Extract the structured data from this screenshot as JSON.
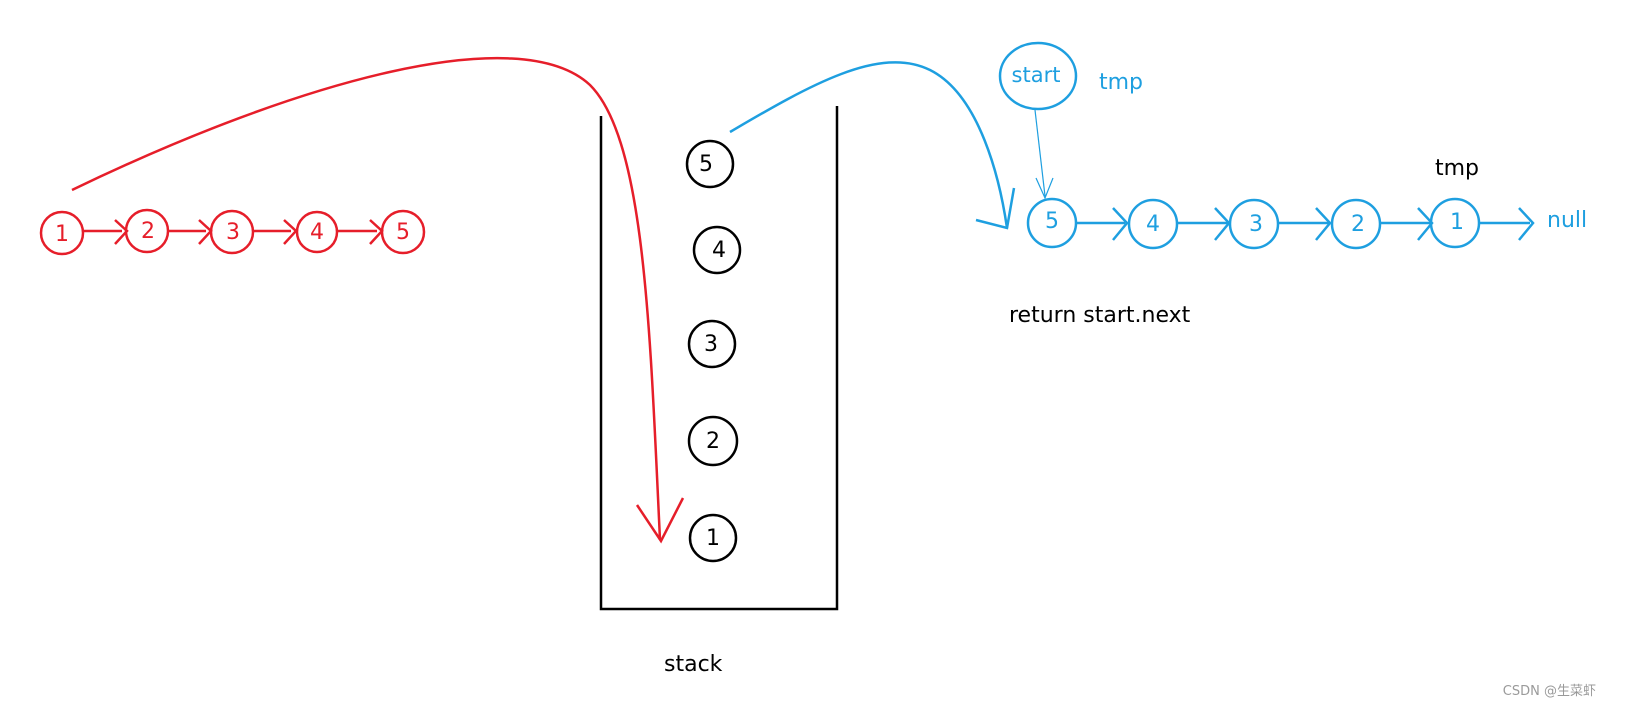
{
  "colors": {
    "red": "#e61e2a",
    "blue": "#1e9fe0",
    "black": "#000000",
    "watermark": "#9a9a9a"
  },
  "red_list": {
    "nodes": [
      "1",
      "2",
      "3",
      "4",
      "5"
    ]
  },
  "stack": {
    "label": "stack",
    "items": [
      "5",
      "4",
      "3",
      "2",
      "1"
    ]
  },
  "result_list": {
    "start_label": "start",
    "tmp_top_label": "tmp",
    "tmp_right_label": "tmp",
    "nodes": [
      "5",
      "4",
      "3",
      "2",
      "1"
    ],
    "null_label": "null",
    "return_text": "return start.next"
  },
  "watermark": "CSDN @生菜虾"
}
